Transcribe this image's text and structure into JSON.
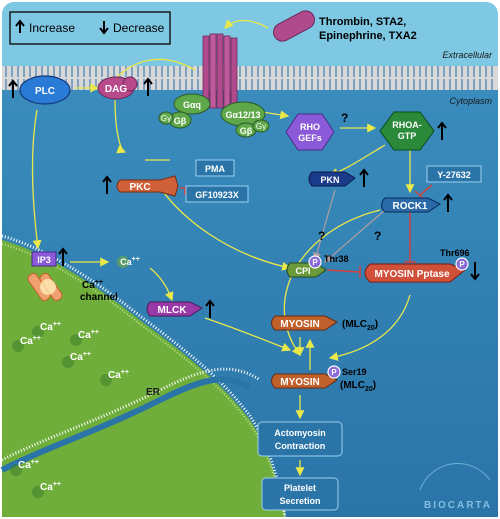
{
  "legend": {
    "increase": "Increase",
    "decrease": "Decrease"
  },
  "regions": {
    "extracellular": "Extracellular",
    "cytoplasm": "Cytoplasm",
    "er": "ER"
  },
  "agonists": [
    "Thrombin, STA2,",
    "Epinephrine, TXA2"
  ],
  "nodes": {
    "plc": "PLC",
    "dag": "DAG",
    "gaq": "Gαq",
    "gb1": "Gβ",
    "gg1": "Gγ",
    "ga1213": "Gα12/13",
    "gb2": "Gβ",
    "gg2": "Gγ",
    "rhogef_1": "RHO",
    "rhogef_2": "GEFs",
    "rhoa_1": "RHOA-",
    "rhoa_2": "GTP",
    "pma": "PMA",
    "pkc": "PKC",
    "gf": "GF10923X",
    "pkn": "PKN",
    "y27632": "Y-27632",
    "rock1": "ROCK1",
    "ip3": "IP3",
    "ca_channel_1": "Ca",
    "ca_channel_2": "channel",
    "cpi": "CPI",
    "thr38": "Thr38",
    "thr696": "Thr696",
    "myosin_pptase": "MYOSIN Pptase",
    "mlck": "MLCK",
    "myosin1": "MYOSIN",
    "mlc20_1": "(MLC",
    "myosin2": "MYOSIN",
    "mlc20_2": "(MLC",
    "mlc_sub": "20",
    "ser19": "Ser19",
    "p": "P",
    "ca": "Ca",
    "ca_sup": "++",
    "question": "?",
    "actomyosin_1": "Actomyosin",
    "actomyosin_2": "Contraction",
    "platelet_1": "Platelet",
    "platelet_2": "Secretion",
    "logo": "BIOCARTA"
  },
  "colors": {
    "cytoplasm": "#2e7fb0",
    "extracellular": "#7ec8e3",
    "er": "#6fae3a",
    "arrow": "#e8e84a",
    "inhibit": "#d04040",
    "receptor": "#b04a8c",
    "plc": "#2a7bd6",
    "dag": "#b84a8c",
    "g_protein": "#5fa84a",
    "rhogef": "#8a5ad8",
    "rhoa": "#2a8a3a",
    "pkc": "#d0603a",
    "kinase_blue": "#1a3a8a",
    "rock1": "#2a6aa8",
    "mlck": "#9a3aa8",
    "myosin": "#c0602a",
    "pptase": "#d0503a",
    "cpi": "#6a9a3a",
    "phospho": "#8a6ad8"
  }
}
